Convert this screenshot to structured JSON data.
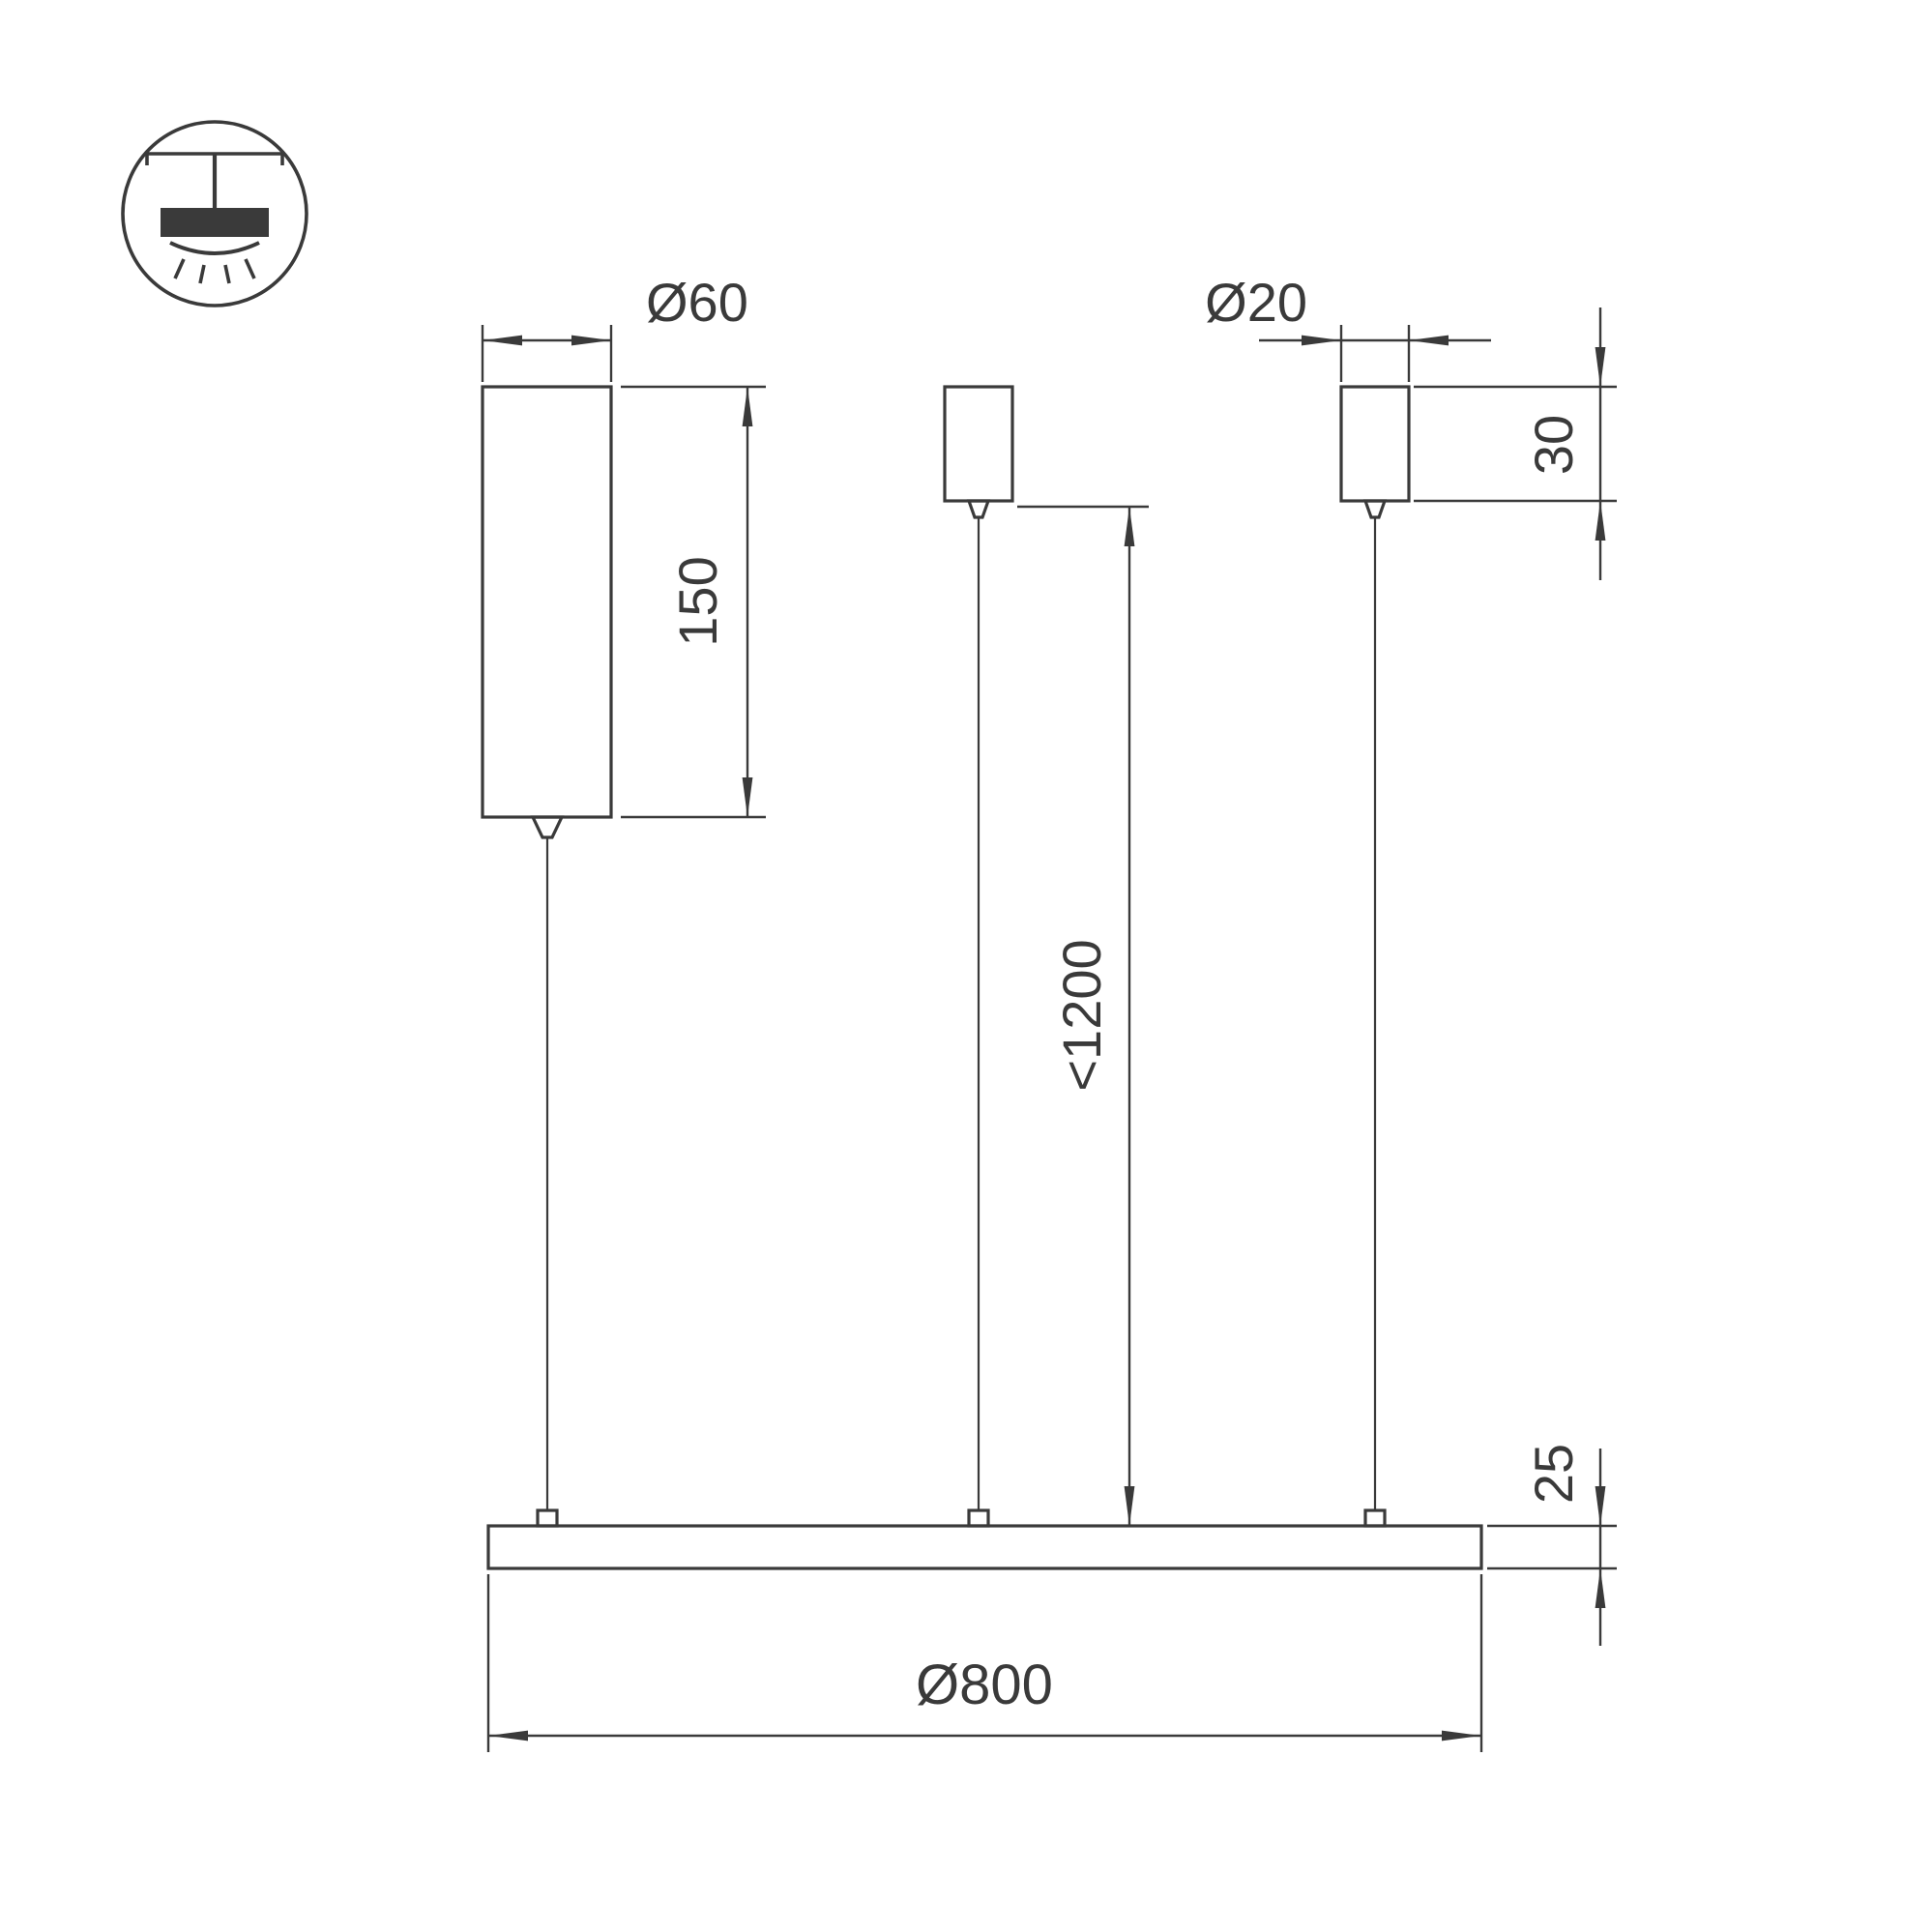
{
  "drawing": {
    "colors": {
      "line": "#3a3a3a",
      "background": "#ffffff"
    },
    "icons": {
      "mount_type": "pendant-ceiling-mount-icon"
    },
    "dimensions": {
      "canopy_diameter": {
        "label": "Ø60"
      },
      "canopy_height": {
        "label": "150"
      },
      "grip_diameter": {
        "label": "Ø20"
      },
      "grip_height": {
        "label": "30"
      },
      "suspension_max_length": {
        "label": "<1200"
      },
      "ring_thickness": {
        "label": "25"
      },
      "ring_diameter": {
        "label": "Ø800"
      }
    }
  }
}
